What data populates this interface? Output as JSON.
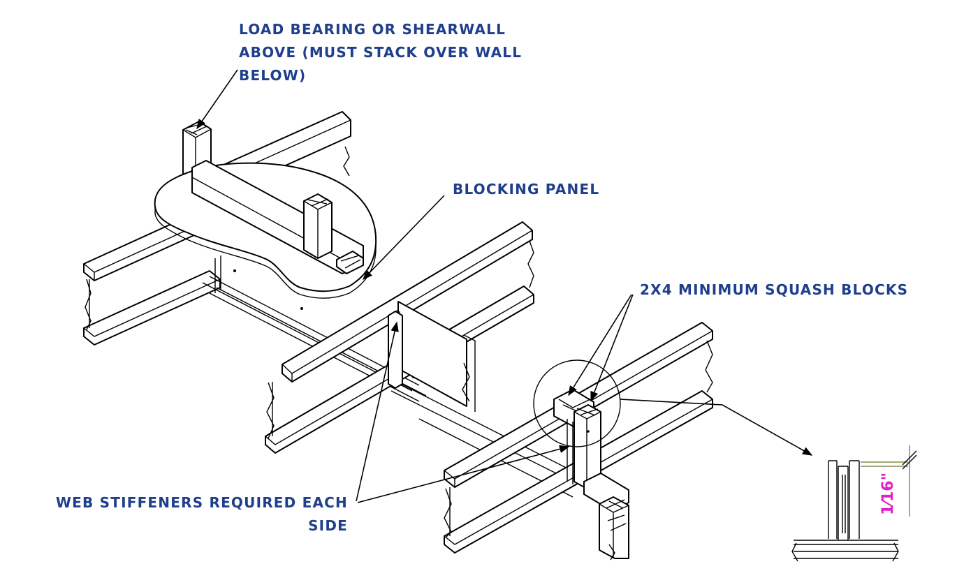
{
  "labels": {
    "load_bearing_line1": "LOAD BEARING OR SHEARWALL",
    "load_bearing_line2": "ABOVE (MUST STACK OVER WALL",
    "load_bearing_line3": "BELOW)",
    "blocking_panel": "BLOCKING PANEL",
    "squash_blocks": "2X4 MINIMUM SQUASH BLOCKS",
    "web_stiffeners_line1": "WEB STIFFENERS REQUIRED EACH",
    "web_stiffeners_line2": "SIDE"
  },
  "detail": {
    "dimension": "1⁄16\""
  },
  "colors": {
    "label": "#1f3f8c",
    "dimension": "#e020c8",
    "lines": "#000000"
  }
}
